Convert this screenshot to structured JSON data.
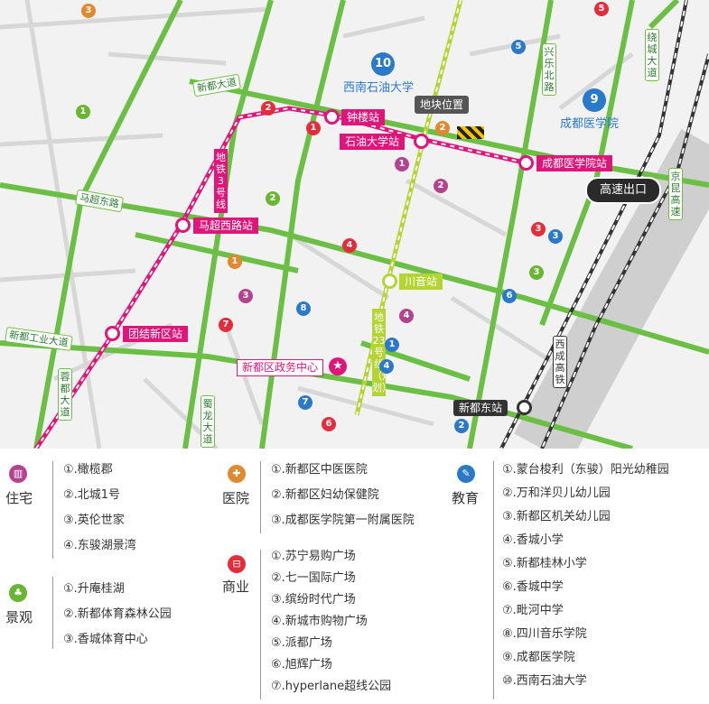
{
  "map": {
    "roads": {
      "xindu_avenue": "新都大道",
      "machao_east_road": "马超东路",
      "xindu_industrial_avenue": "新都工业大道",
      "rongdu_avenue": "蓉都大道",
      "shulong_avenue": "蜀龙大道",
      "xingle_north_road": "兴乐北路",
      "raocheng_avenue": "绕城大道",
      "jingkun_expressway": "京昆高速",
      "chengdu_chongqing_hsr": "西成高铁"
    },
    "metro": {
      "line3_label": "地铁3号线",
      "line23_label": "地铁23号线（规划）",
      "stations": {
        "zhonglou": "钟楼站",
        "shiyou_daxue": "石油大学站",
        "chengdu_yixueyuan": "成都医学院站",
        "machao_xilu": "马超西路站",
        "tuanjie_xinqu": "团结新区站",
        "chuanyin": "川音站",
        "xindu_east": "新都东站"
      }
    },
    "landmarks": {
      "plot": "地块位置",
      "highway_exit": "高速出口",
      "gov_center": "新都区政务中心",
      "swpu_num": "10",
      "swpu_name": "西南石油大学",
      "cmc_num": "9",
      "cmc_name": "成都医学院"
    },
    "colors": {
      "road_green": "#6cbf45",
      "metro_magenta": "#e0157a",
      "metro_yellow": "#b4d433",
      "residential": "#b3438f",
      "hospital": "#e0892f",
      "school": "#2b79c9",
      "commercial": "#e32d3a",
      "landscape": "#6ab633"
    }
  },
  "legend": {
    "residential": {
      "title": "住宅",
      "items": [
        "①.橄榄郡",
        "②.北城1号",
        "③.英伦世家",
        "④.东骏湖景湾"
      ]
    },
    "hospital": {
      "title": "医院",
      "items": [
        "①.新都区中医医院",
        "②.新都区妇幼保健院",
        "③.成都医学院第一附属医院"
      ]
    },
    "education": {
      "title": "教育",
      "items": [
        "①.蒙台梭利（东骏）阳光幼稚园",
        "②.万和洋贝儿幼儿园",
        "③.新都区机关幼儿园",
        "④.香城小学",
        "⑤.新都桂林小学",
        "⑥.香城中学",
        "⑦.毗河中学",
        "⑧.四川音乐学院",
        "⑨.成都医学院",
        "⑩.西南石油大学"
      ]
    },
    "commercial": {
      "title": "商业",
      "items": [
        "①.苏宁易购广场",
        "②.七一国际广场",
        "③.缤纷时代广场",
        "④.新城市购物广场",
        "⑤.派都广场",
        "⑥.旭辉广场",
        "⑦.hyperlane超线公园"
      ]
    },
    "landscape": {
      "title": "景观",
      "items": [
        "①.升庵桂湖",
        "②.新都体育森林公园",
        "③.香城体育中心"
      ]
    }
  }
}
